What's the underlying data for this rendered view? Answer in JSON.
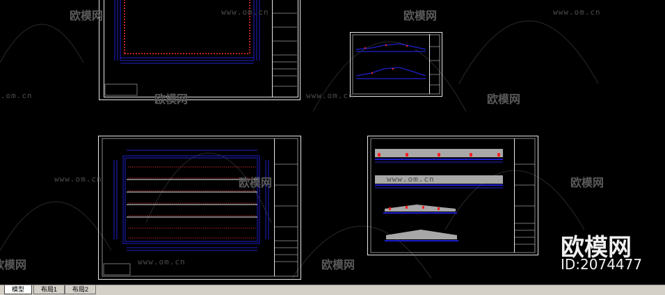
{
  "watermark": {
    "brand_text": "欧模网",
    "site_text": "www.om.cn",
    "id_text": "ID:2074477"
  },
  "tabs": [
    {
      "label": "模型",
      "active": true
    },
    {
      "label": "布局1",
      "active": false
    },
    {
      "label": "布局2",
      "active": false
    }
  ],
  "colors": {
    "background": "#000000",
    "sheet_border": "#e8e8e8",
    "structure_blue": "#2020d0",
    "dim_red": "#ff2020",
    "elevation_gray": "#a8a8a8"
  }
}
